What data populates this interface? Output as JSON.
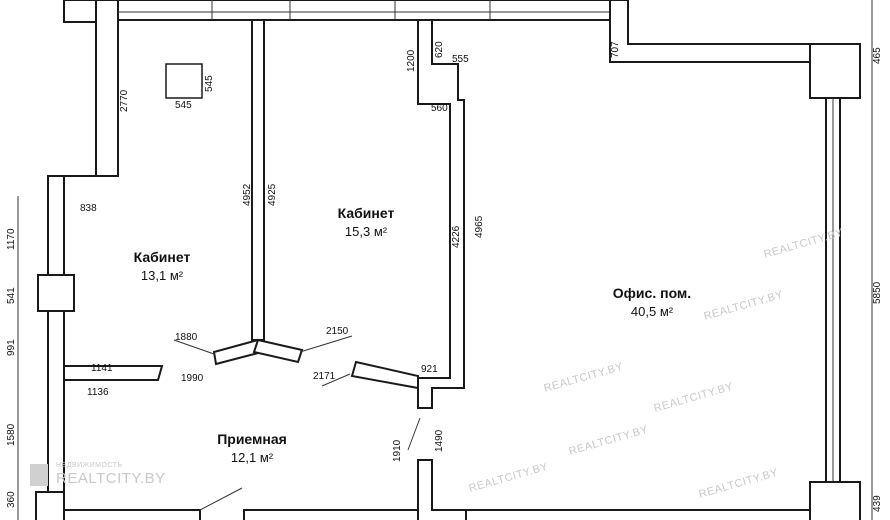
{
  "rooms": {
    "cabinet_left": {
      "name": "Кабинет",
      "area": "13,1 м²"
    },
    "cabinet_mid": {
      "name": "Кабинет",
      "area": "15,3 м²"
    },
    "office": {
      "name": "Офис. пом.",
      "area": "40,5 м²"
    },
    "reception": {
      "name": "Приемная",
      "area": "12,1 м²"
    }
  },
  "dimensions": {
    "d545a": "545",
    "d545b": "545",
    "d2770": "2770",
    "d838": "838",
    "d1170": "1170",
    "d541": "541",
    "d991": "991",
    "d1580": "1580",
    "d360": "360",
    "d4952": "4952",
    "d4925": "4925",
    "d1200": "1200",
    "d620": "620",
    "d555": "555",
    "d560": "560",
    "d707": "707",
    "d465": "465",
    "d4226": "4226",
    "d4965": "4965",
    "d5850": "5850",
    "d1880": "1880",
    "d2150": "2150",
    "d1990": "1990",
    "d2171": "2171",
    "d1141": "1141",
    "d1136": "1136",
    "d921": "921",
    "d1910": "1910",
    "d1490": "1490",
    "d439": "439"
  },
  "watermark": {
    "small": "НЕДВИЖИМОСТЬ",
    "main": "REALTCITY.BY",
    "repeat": "REALTCITY.BY"
  },
  "colors": {
    "wall": "#1a1a1a",
    "watermark": "#c9c9c9"
  }
}
